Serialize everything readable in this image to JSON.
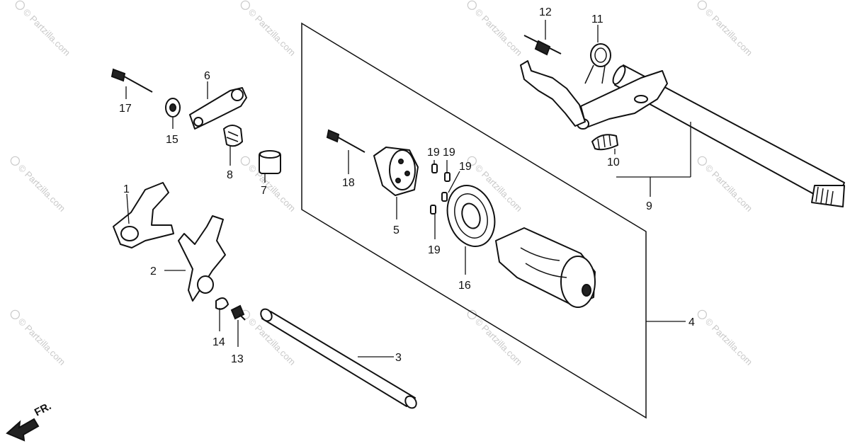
{
  "watermark": {
    "text": "Partzilla.com",
    "symbol": "©"
  },
  "front_indicator": {
    "label": "FR.",
    "icon": "front-arrow-icon"
  },
  "callouts": {
    "c1": "1",
    "c2": "2",
    "c3": "3",
    "c4": "4",
    "c5": "5",
    "c6": "6",
    "c7": "7",
    "c8": "8",
    "c9": "9",
    "c10": "10",
    "c11": "11",
    "c12": "12",
    "c13": "13",
    "c14": "14",
    "c15": "15",
    "c16": "16",
    "c17": "17",
    "c18": "18",
    "c19a": "19",
    "c19b": "19",
    "c19c": "19",
    "c19d": "19"
  },
  "colors": {
    "ink": "#111111",
    "watermark": "#c9c9c9",
    "paper": "#ffffff"
  }
}
